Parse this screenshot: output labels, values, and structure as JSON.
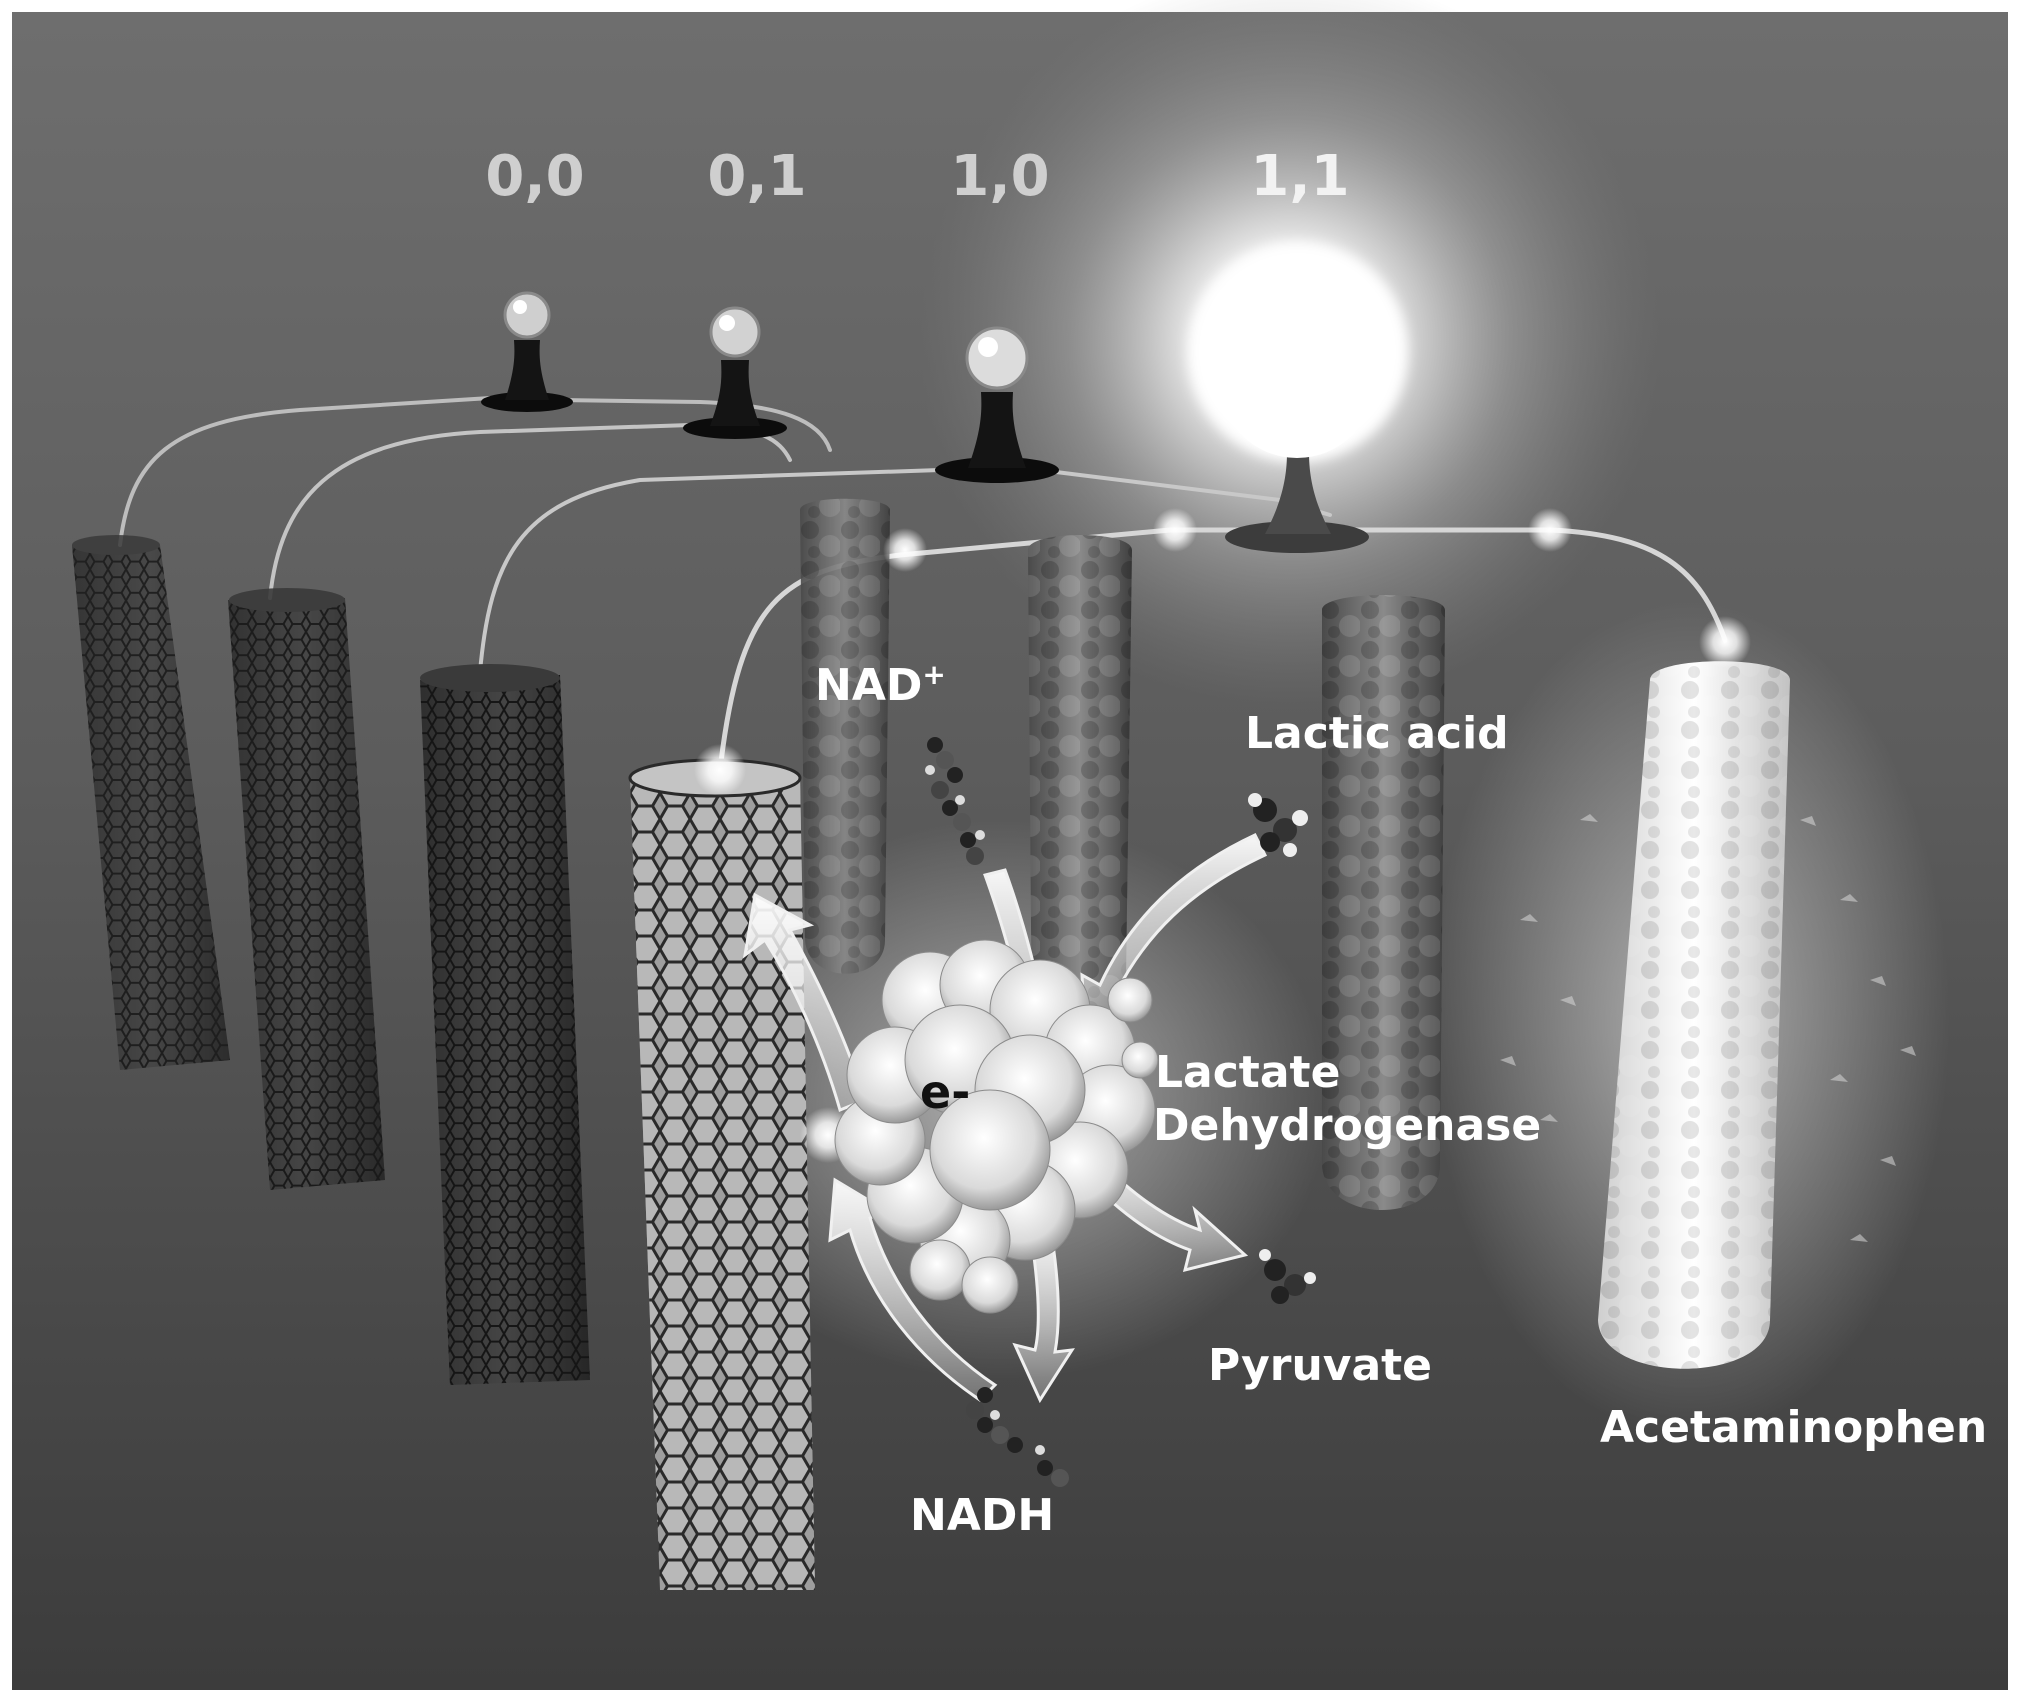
{
  "states": [
    "0,0",
    "0,1",
    "1,0",
    "1,1"
  ],
  "labels": {
    "nad_plus": "NAD",
    "nad_plus_sup": "+",
    "lactic_acid": "Lactic acid",
    "enzyme_line1": "Lactate",
    "enzyme_line2": "Dehydrogenase",
    "electron": "e-",
    "pyruvate": "Pyruvate",
    "nadh": "NADH",
    "acetaminophen": "Acetaminophen"
  }
}
